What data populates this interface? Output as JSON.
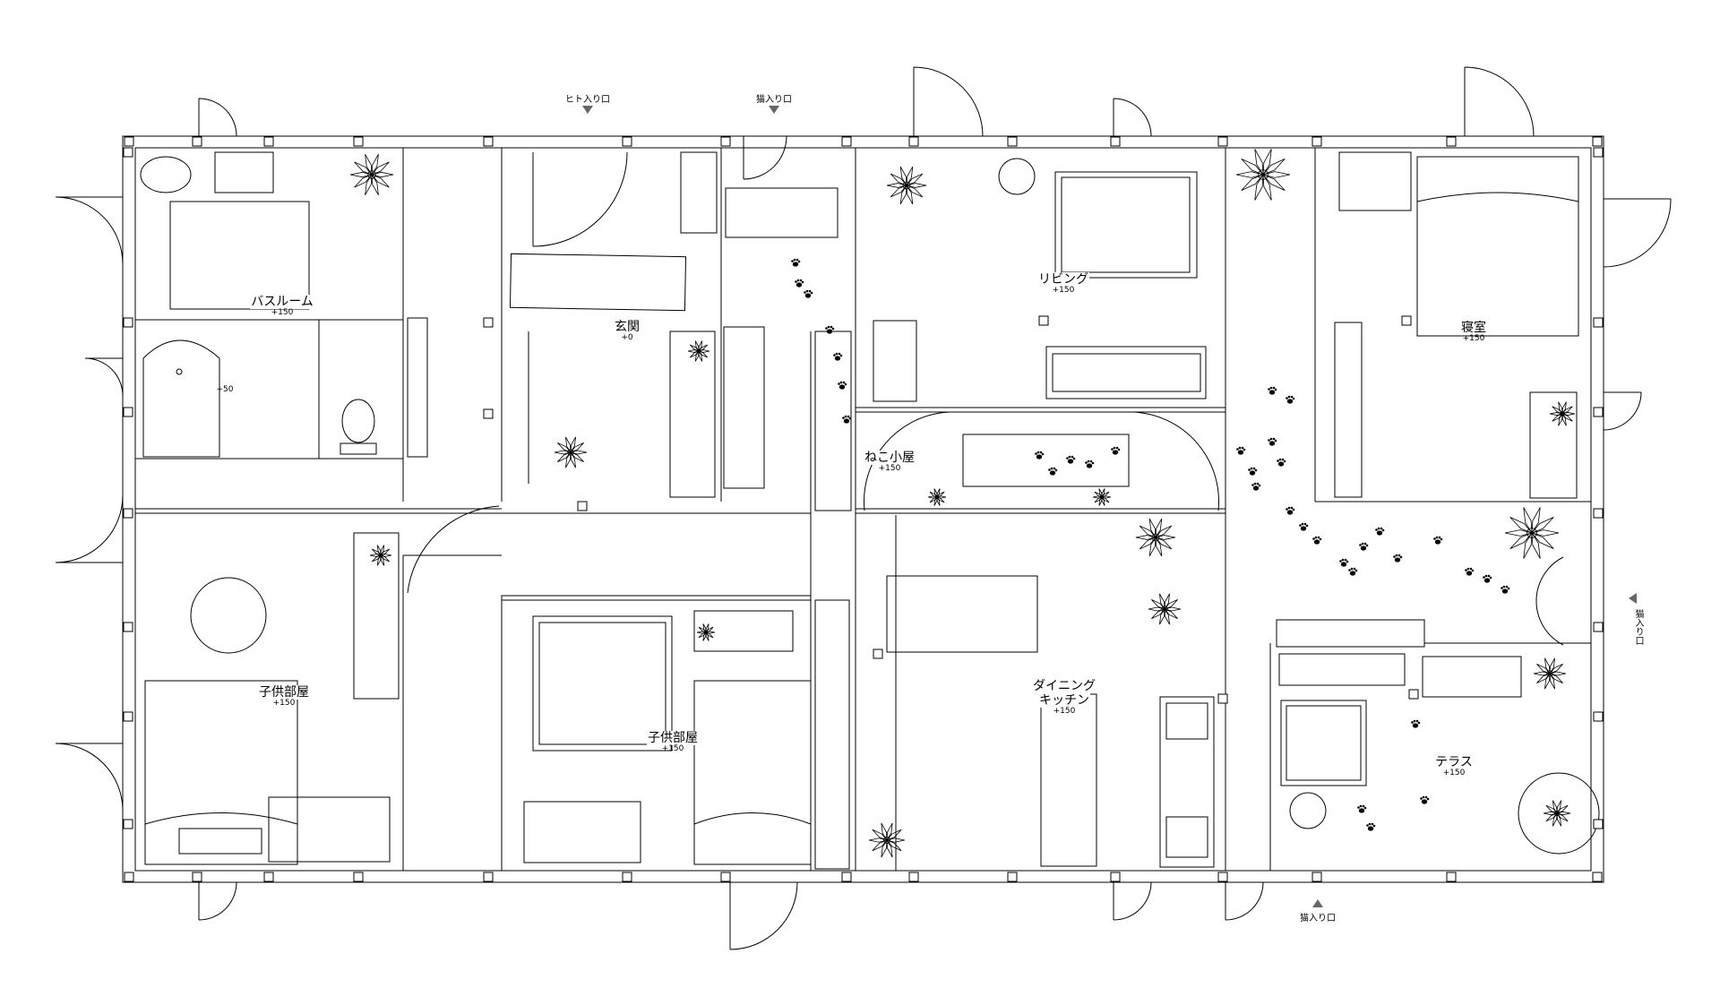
{
  "rooms": {
    "bathroom": {
      "name": "バスルーム",
      "level": "+150"
    },
    "bathtub": {
      "level": "+50"
    },
    "entrance": {
      "name": "玄関",
      "level": "+0"
    },
    "living": {
      "name": "リビング",
      "level": "+150"
    },
    "bedroom": {
      "name": "寝室",
      "level": "+150"
    },
    "cat_house": {
      "name": "ねこ小屋",
      "level": "+150"
    },
    "kids_room_1": {
      "name": "子供部屋",
      "level": "+150"
    },
    "kids_room_2": {
      "name": "子供部屋",
      "level": "+150"
    },
    "dining_kitchen": {
      "name_line1": "ダイニング",
      "name_line2": "キッチン",
      "level": "+150"
    },
    "terrace": {
      "name": "テラス",
      "level": "+150"
    }
  },
  "entrances": {
    "human_entry": "ヒト入り口",
    "cat_entry_top": "猫入り口",
    "cat_entry_right": "猫入り口",
    "cat_entry_bottom": "猫入り口"
  },
  "colors": {
    "line": "#000000",
    "light_line": "#666666",
    "background": "#ffffff"
  }
}
